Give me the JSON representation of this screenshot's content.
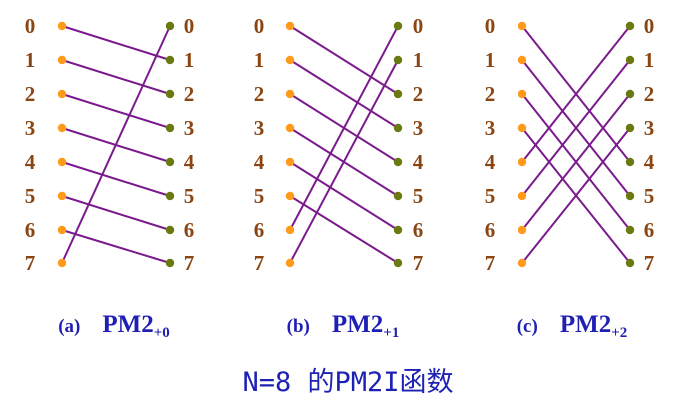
{
  "node_labels": [
    "0",
    "1",
    "2",
    "3",
    "4",
    "5",
    "6",
    "7"
  ],
  "colors": {
    "input_dot": "#ff9a1a",
    "output_dot": "#6b7a10",
    "line": "#7a1a8c",
    "node_label": "#8b4513",
    "panel_label": "#1f1fb4",
    "caption": "#1e22b4"
  },
  "panels": [
    {
      "tag": "(a)",
      "name": "PM2",
      "subscript": "+0",
      "connections": [
        [
          0,
          1
        ],
        [
          1,
          2
        ],
        [
          2,
          3
        ],
        [
          3,
          4
        ],
        [
          4,
          5
        ],
        [
          5,
          6
        ],
        [
          6,
          7
        ],
        [
          7,
          0
        ]
      ]
    },
    {
      "tag": "(b)",
      "name": "PM2",
      "subscript": "+1",
      "connections": [
        [
          0,
          2
        ],
        [
          1,
          3
        ],
        [
          2,
          4
        ],
        [
          3,
          5
        ],
        [
          4,
          6
        ],
        [
          5,
          7
        ],
        [
          6,
          0
        ],
        [
          7,
          1
        ]
      ]
    },
    {
      "tag": "(c)",
      "name": "PM2",
      "subscript": "+2",
      "connections": [
        [
          0,
          4
        ],
        [
          1,
          5
        ],
        [
          2,
          6
        ],
        [
          3,
          7
        ],
        [
          4,
          0
        ],
        [
          5,
          1
        ],
        [
          6,
          2
        ],
        [
          7,
          3
        ]
      ]
    }
  ],
  "caption": "N=8 的PM2I函数"
}
